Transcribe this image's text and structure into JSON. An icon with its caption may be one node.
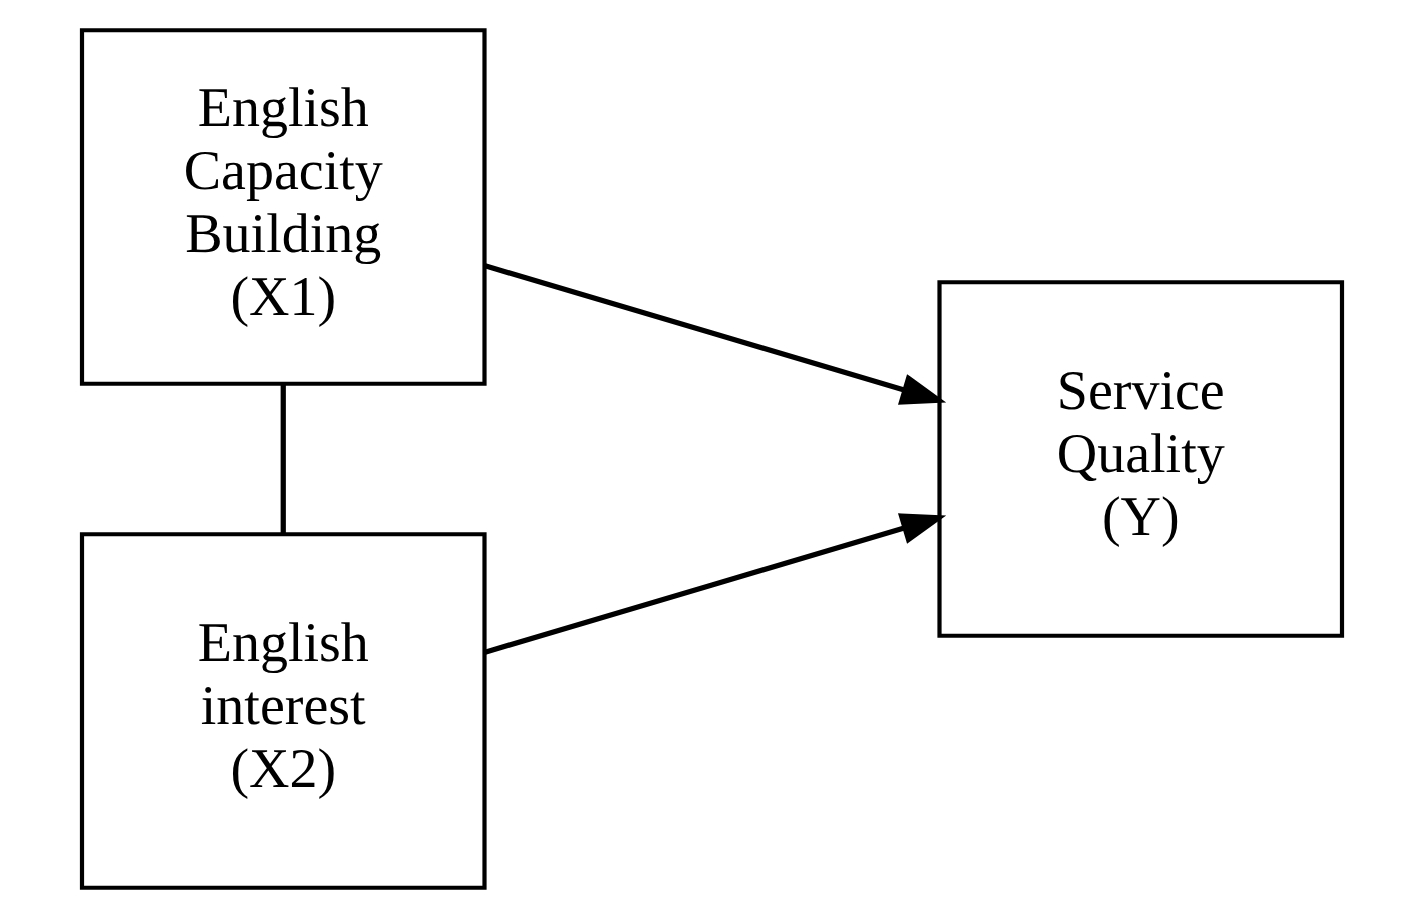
{
  "diagram": {
    "nodes": [
      {
        "text": [
          "English Capacity Building (X1)"
        ]
      },
      {
        "text": [
          "English interest (X2)"
        ]
      },
      {
        "text": [
          "Service Quality (Y)"
        ]
      }
    ],
    "edges": [
      {
        "from": 0,
        "to": 2,
        "arrow": "to"
      },
      {
        "from": 1,
        "to": 2,
        "arrow": "to"
      },
      {
        "from": 0,
        "to": 1,
        "arrow": "none"
      }
    ]
  }
}
